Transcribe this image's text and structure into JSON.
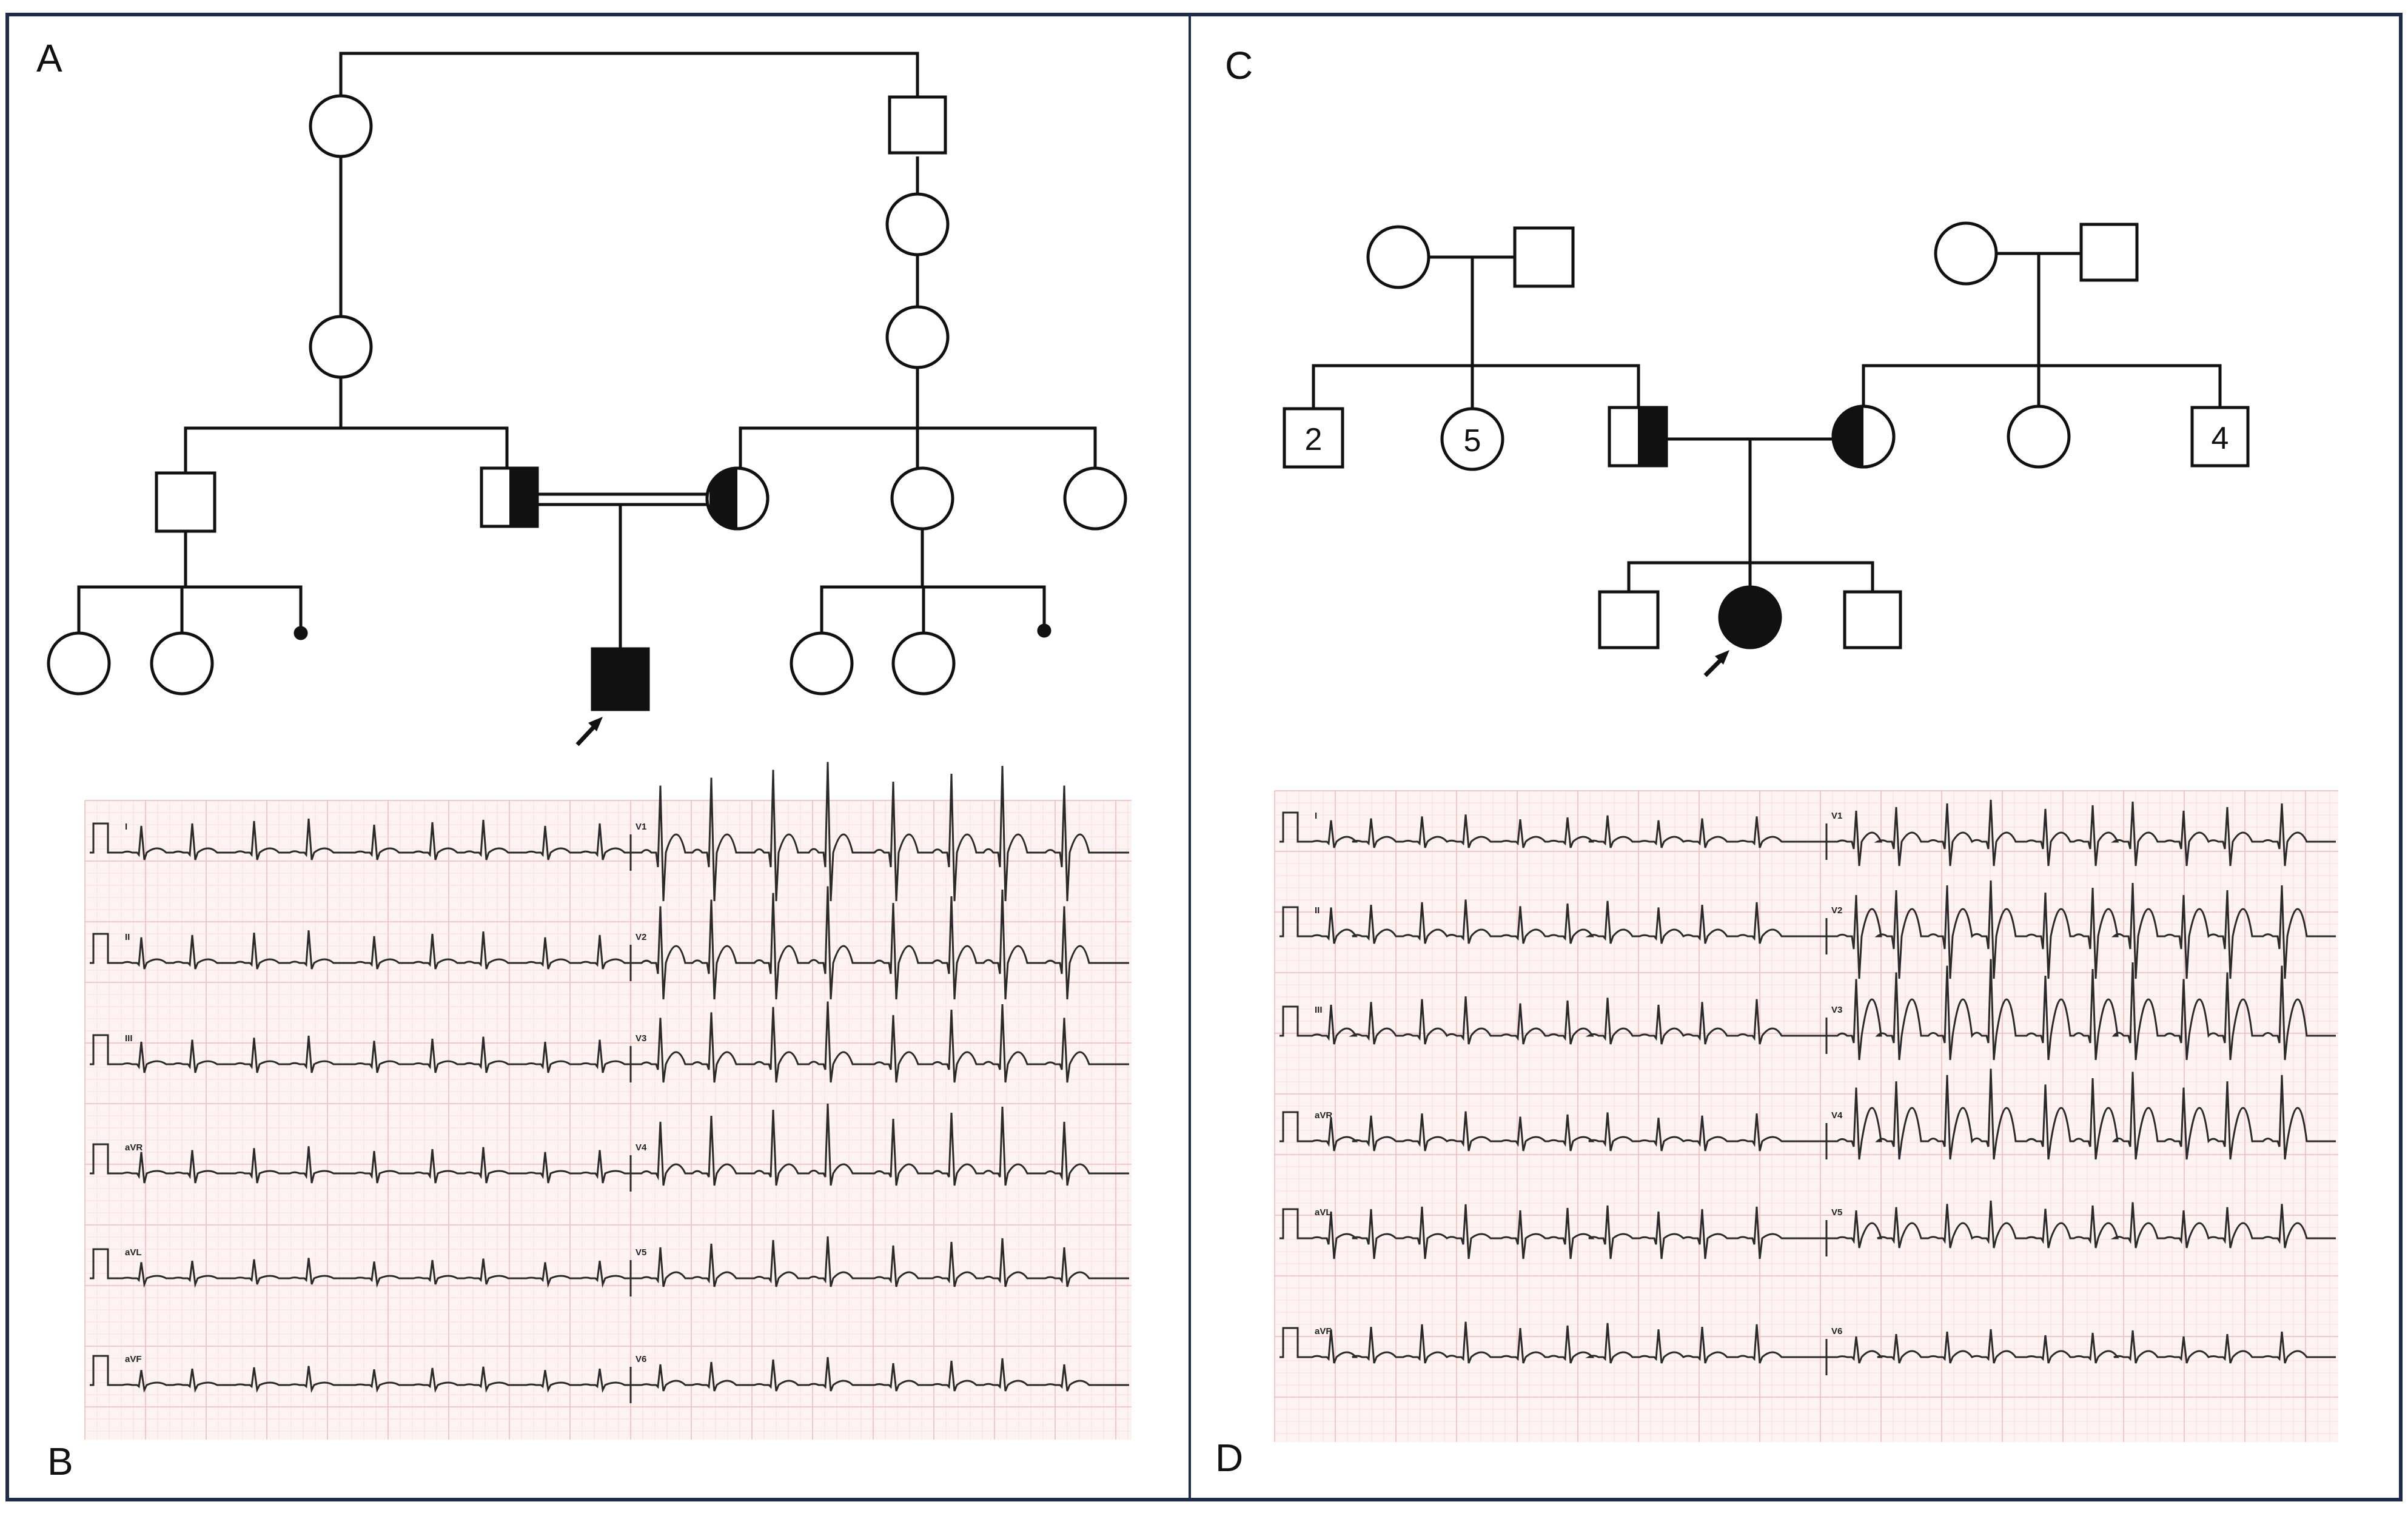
{
  "panels": {
    "A": {
      "label": "A"
    },
    "B": {
      "label": "B"
    },
    "C": {
      "label": "C"
    },
    "D": {
      "label": "D"
    }
  },
  "pedigree_C_counts": {
    "brothers_paternal": "2",
    "sisters_paternal": "5",
    "brothers_maternal": "4"
  },
  "ecg_leads": {
    "left": [
      "I",
      "II",
      "III",
      "aVR",
      "aVL",
      "aVF"
    ],
    "right": [
      "V1",
      "V2",
      "V3",
      "V4",
      "V5",
      "V6"
    ]
  },
  "colors": {
    "frame": "#1f2d4a",
    "ink": "#111111",
    "ecg_grid_minor": "#f6d9d9",
    "ecg_grid_major": "#eebcbc",
    "ecg_bg": "#fdf3f3",
    "ecg_trace": "#2a2a2a"
  }
}
